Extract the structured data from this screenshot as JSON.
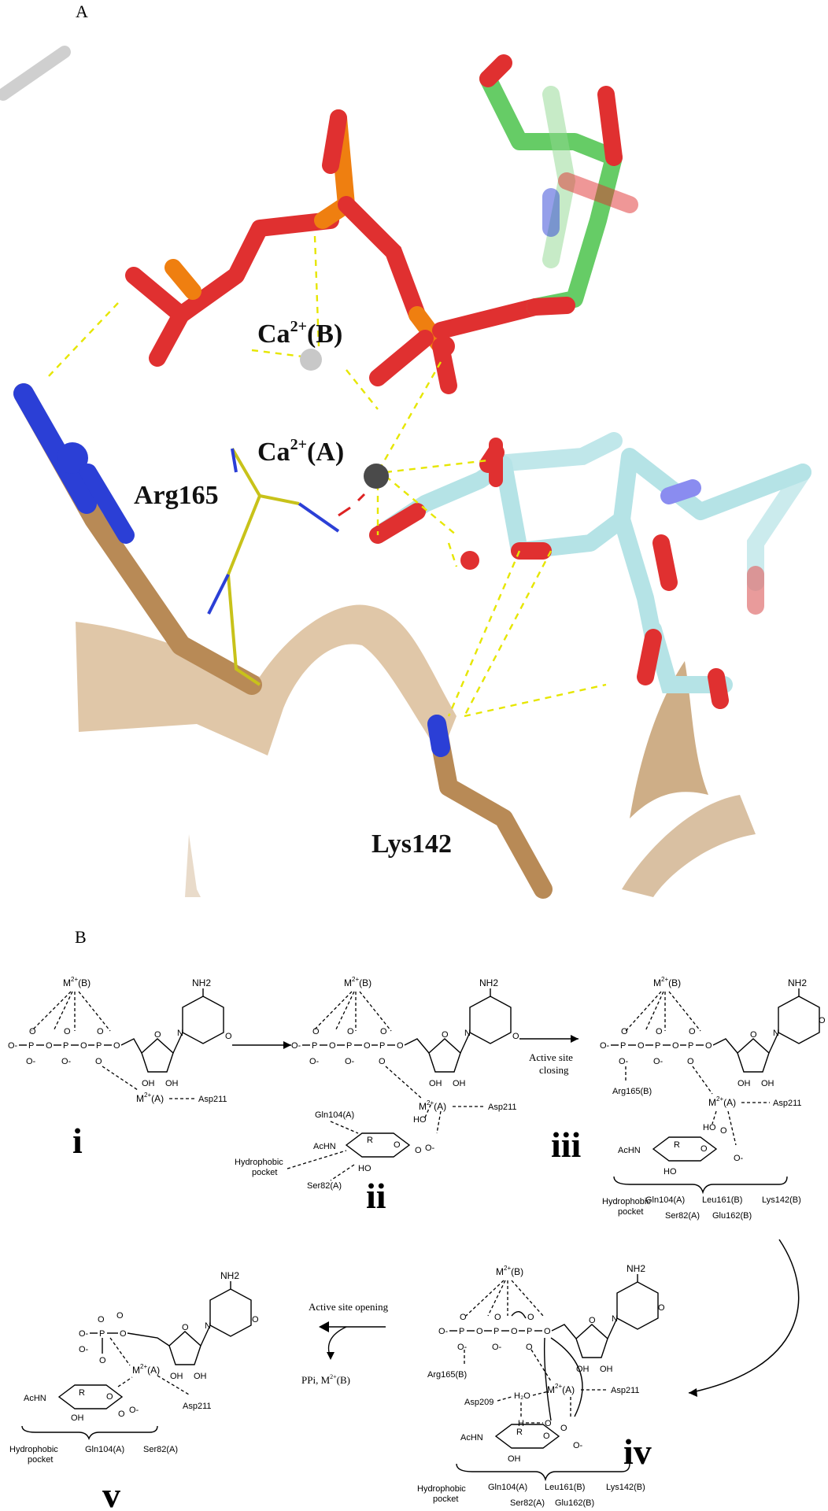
{
  "panel_a": {
    "label": "A",
    "ca_b": "Ca",
    "ca_b_sup": "2+",
    "ca_b_site": "(B)",
    "ca_a": "Ca",
    "ca_a_sup": "2+",
    "ca_a_site": "(A)",
    "arg": "Arg165",
    "lys": "Lys142",
    "colors": {
      "ribbon": "#c9a57a",
      "carbon_brown": "#b88a56",
      "nitrogen": "#2b3fd6",
      "oxygen": "#e03030",
      "phosphorus": "#ef7f10",
      "carbon_green": "#66cc66",
      "carbon_cyan": "#b5e3e6",
      "hbond": "#e6e600",
      "stick_yellow": "#c8c21a"
    }
  },
  "panel_b": {
    "label": "B",
    "common": {
      "m2b": "M",
      "m2b_sup": "2+",
      "m2b_site": "(B)",
      "m2a": "M",
      "m2a_sup": "2+",
      "m2a_site": "(A)",
      "nh2": "NH2",
      "oh": "OH",
      "o": "O",
      "n": "N",
      "p": "P",
      "ominus": "O-",
      "ho": "HO",
      "r": "R",
      "achn": "AcHN",
      "asp211": "Asp211",
      "asp209": "Asp209",
      "arg165b": "Arg165(B)",
      "gln104a": "Gln104(A)",
      "ser82a": "Ser82(A)",
      "leu161b": "Leu161(B)",
      "lys142b": "Lys142(B)",
      "glu162b": "Glu162(B)",
      "hydrophobic": "Hydrophobic",
      "pocket": "pocket",
      "h2o": "H₂O",
      "h": "H"
    },
    "numerals": [
      "i",
      "ii",
      "iii",
      "iv",
      "v"
    ],
    "arrows": {
      "closing_1": "Active site",
      "closing_2": "closing",
      "opening": "Active site opening",
      "release": "PPi, M",
      "release_sup": "2+",
      "release_site": "(B)"
    }
  }
}
